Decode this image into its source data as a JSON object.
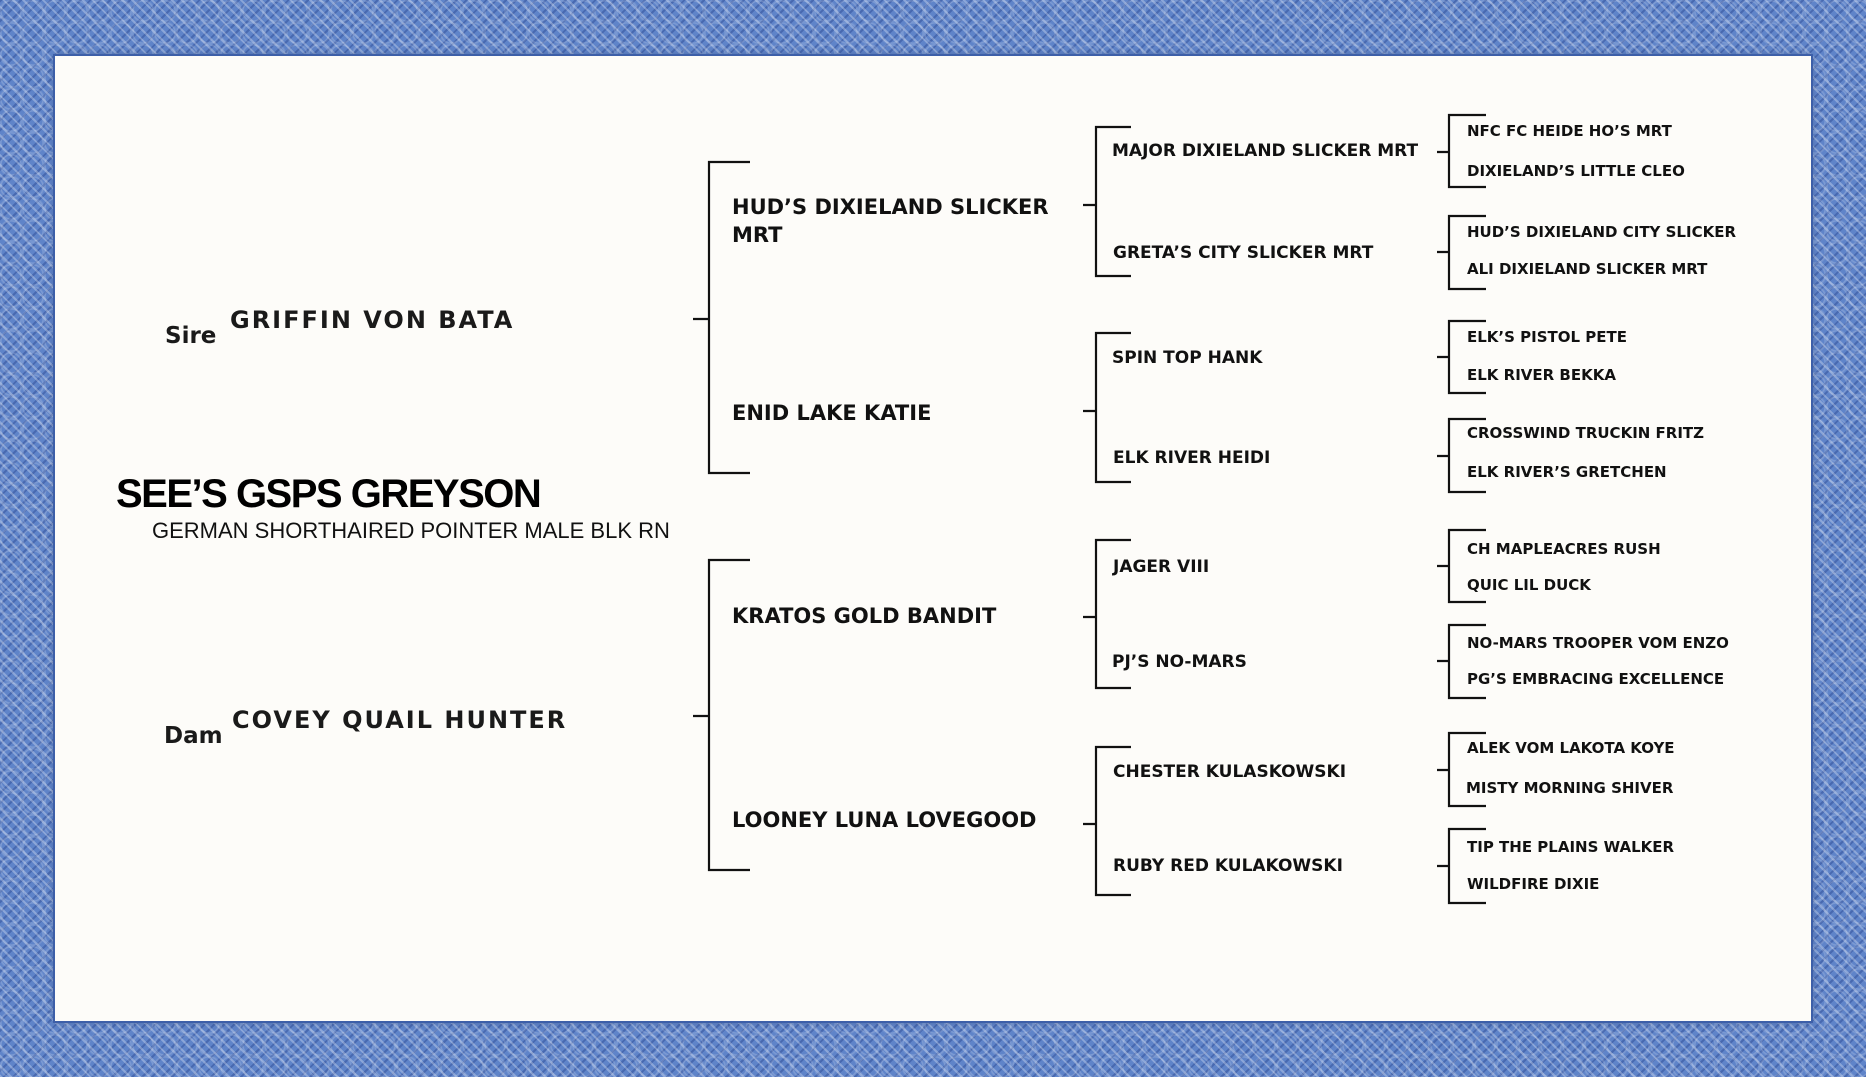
{
  "subject": {
    "name": "SEE’S GSPS GREYSON",
    "description": "GERMAN SHORTHAIRED POINTER MALE BLK RN"
  },
  "sire": {
    "label": "Sire",
    "name": "GRIFFIN VON BATA"
  },
  "dam": {
    "label": "Dam",
    "name": "COVEY QUAIL HUNTER"
  },
  "gen2": {
    "sire_sire": "HUD’S DIXIELAND SLICKER MRT",
    "sire_dam": "ENID LAKE KATIE",
    "dam_sire": "KRATOS GOLD BANDIT",
    "dam_dam": "LOONEY LUNA LOVEGOOD"
  },
  "gen3": [
    "MAJOR DIXIELAND SLICKER MRT",
    "GRETA’S CITY SLICKER MRT",
    "SPIN TOP HANK",
    "ELK RIVER HEIDI",
    "JAGER VIII",
    "PJ’S  NO-MARS",
    "CHESTER KULASKOWSKI",
    "RUBY RED KULAKOWSKI"
  ],
  "gen4": [
    "NFC FC HEIDE HO’S MRT",
    "DIXIELAND’S LITTLE CLEO",
    "HUD’S DIXIELAND CITY SLICKER",
    "ALI DIXIELAND SLICKER MRT",
    "ELK’S PISTOL PETE",
    "ELK RIVER BEKKA",
    "CROSSWIND TRUCKIN FRITZ",
    "ELK RIVER’S GRETCHEN",
    "CH MAPLEACRES RUSH",
    "QUIC LIL DUCK",
    "NO-MARS TROOPER VOM ENZO",
    "PG’S EMBRACING EXCELLENCE",
    "ALEK VOM LAKOTA KOYE",
    "MISTY MORNING SHIVER",
    "TIP THE PLAINS WALKER",
    "WILDFIRE DIXIE"
  ],
  "colors": {
    "border": "#5f84c9",
    "paper": "#fdfcf9",
    "ink": "#111111"
  }
}
